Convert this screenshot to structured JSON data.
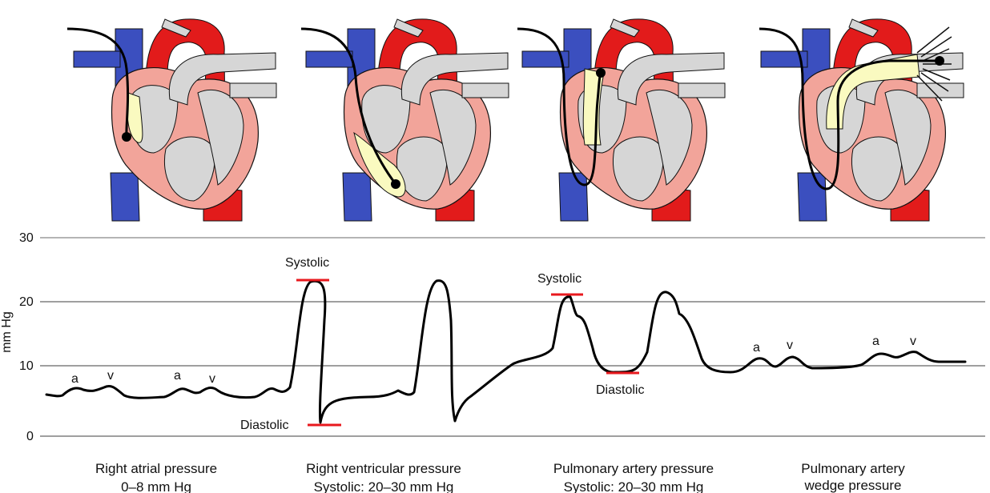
{
  "colors": {
    "artery_red": "#e21b1b",
    "vein_blue": "#3b4fbf",
    "heart_pink": "#f2a49a",
    "chamber_gray": "#d6d6d6",
    "highlight_yellow": "#fafac0",
    "marker_red": "#e8191e",
    "waveform": "#000000"
  },
  "panels": [
    {
      "image": "heart-catheter-right-atrium",
      "label_line1": "Right atrial pressure",
      "label_line2": "0–8 mm Hg"
    },
    {
      "image": "heart-catheter-right-ventricle",
      "label_line1": "Right ventricular pressure",
      "label_line2": "Systolic: 20–30 mm Hg"
    },
    {
      "image": "heart-catheter-pulmonary-artery",
      "label_line1": "Pulmonary artery pressure",
      "label_line2": "Systolic: 20–30 mm Hg"
    },
    {
      "image": "heart-catheter-wedge-position",
      "label_line1": "Pulmonary artery",
      "label_line2": "wedge pressure"
    }
  ],
  "chart_data": {
    "type": "line",
    "ylabel": "mm Hg",
    "ylim": [
      0,
      30
    ],
    "yticks": [
      "0",
      "10",
      "20",
      "30"
    ],
    "grid": true,
    "annotations": {
      "ra_a1": "a",
      "ra_v1": "v",
      "ra_a2": "a",
      "ra_v2": "v",
      "rv_systolic": "Systolic",
      "rv_diastolic": "Diastolic",
      "pa_systolic": "Systolic",
      "pa_diastolic": "Diastolic",
      "pw_a1": "a",
      "pw_v1": "v",
      "pw_a2": "a",
      "pw_v2": "v"
    }
  }
}
